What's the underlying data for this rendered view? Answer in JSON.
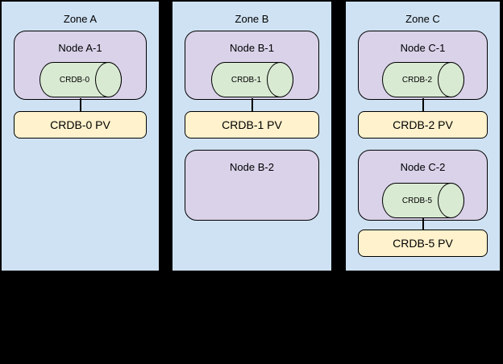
{
  "colors": {
    "background": "#000000",
    "zone_fill": "#cfe2f3",
    "node_fill": "#d9d2e9",
    "pod_fill": "#d9ead3",
    "pv_fill": "#fff2cc",
    "border": "#000000",
    "text": "#000000"
  },
  "diagram": {
    "zones": [
      {
        "label": "Zone A",
        "nodes": [
          {
            "label": "Node A-1",
            "pod": "CRDB-0",
            "pv": "CRDB-0 PV"
          }
        ]
      },
      {
        "label": "Zone B",
        "nodes": [
          {
            "label": "Node B-1",
            "pod": "CRDB-1",
            "pv": "CRDB-1 PV"
          },
          {
            "label": "Node B-2"
          }
        ]
      },
      {
        "label": "Zone C",
        "nodes": [
          {
            "label": "Node C-1",
            "pod": "CRDB-2",
            "pv": "CRDB-2 PV"
          },
          {
            "label": "Node C-2",
            "pod": "CRDB-5",
            "pv": "CRDB-5 PV"
          }
        ]
      }
    ]
  }
}
